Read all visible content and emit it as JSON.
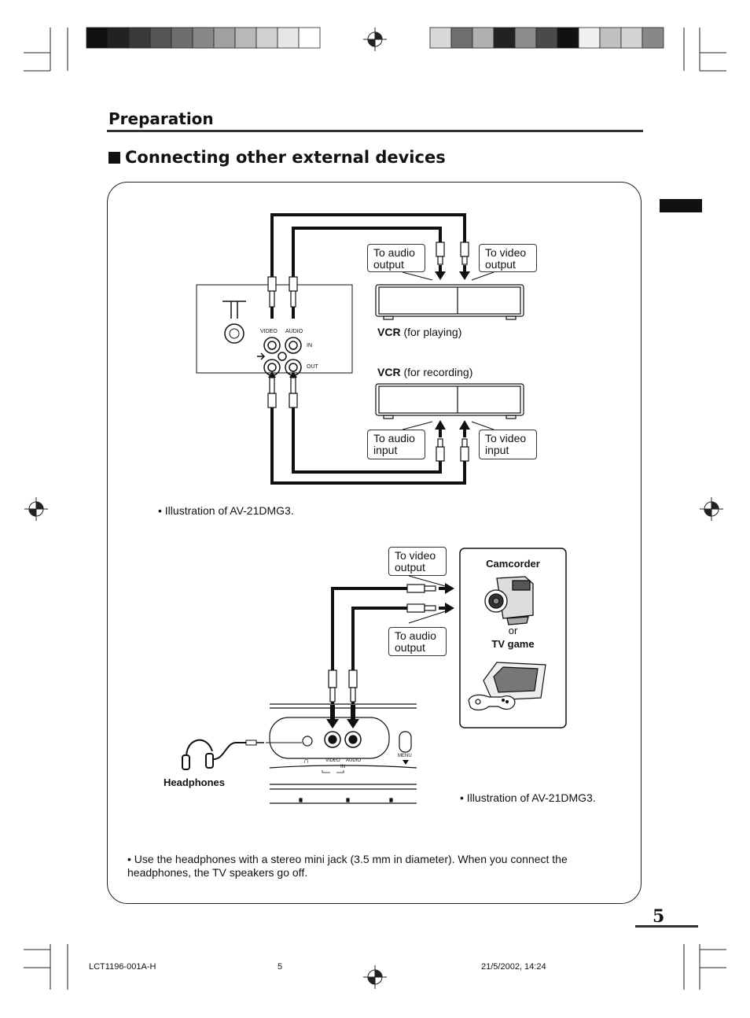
{
  "header": {
    "section": "Preparation",
    "title": "Connecting other external devices"
  },
  "vcr_diagram": {
    "callout_audio_output": "To audio output",
    "callout_video_output": "To video output",
    "callout_audio_input": "To audio input",
    "callout_video_input": "To video input",
    "vcr_playing_bold": "VCR",
    "vcr_playing_rest": " (for playing)",
    "vcr_recording_bold": "VCR",
    "vcr_recording_rest": " (for recording)",
    "jack_video_label": "VIDEO",
    "jack_audio_label": "AUDIO",
    "jack_in_label": "IN",
    "jack_out_label": "OUT",
    "caption": "• Illustration of AV-21DMG3."
  },
  "camcorder_diagram": {
    "callout_video_output": "To video output",
    "callout_audio_output": "To audio output",
    "camcorder_label": "Camcorder",
    "or_label": "or",
    "tvgame_label": "TV game",
    "headphones_label": "Headphones",
    "front_video_label": "VIDEO",
    "front_audio_label": "AUDIO",
    "front_in_label": "IN",
    "menu_label": "MENU",
    "caption": "• Illustration of AV-21DMG3."
  },
  "note": "• Use the headphones with a stereo mini jack (3.5 mm in diameter). When you connect  the headphones, the TV speakers go off.",
  "page_number": "5",
  "footer": {
    "doc_code": "LCT1196-001A-H",
    "page": "5",
    "date": "21/5/2002, 14:24"
  },
  "colors": {
    "calibration_left": [
      "#111111",
      "#222222",
      "#3a3a3a",
      "#555555",
      "#6e6e6e",
      "#888888",
      "#a0a0a0",
      "#b8b8b8",
      "#d0d0d0",
      "#e6e6e6",
      "#ffffff"
    ],
    "calibration_right": [
      "#d8d8d8",
      "#707070",
      "#b0b0b0",
      "#222222",
      "#8c8c8c",
      "#4a4a4a",
      "#111111",
      "#f0f0f0",
      "#c0c0c0",
      "#d4d4d4",
      "#888888"
    ]
  }
}
